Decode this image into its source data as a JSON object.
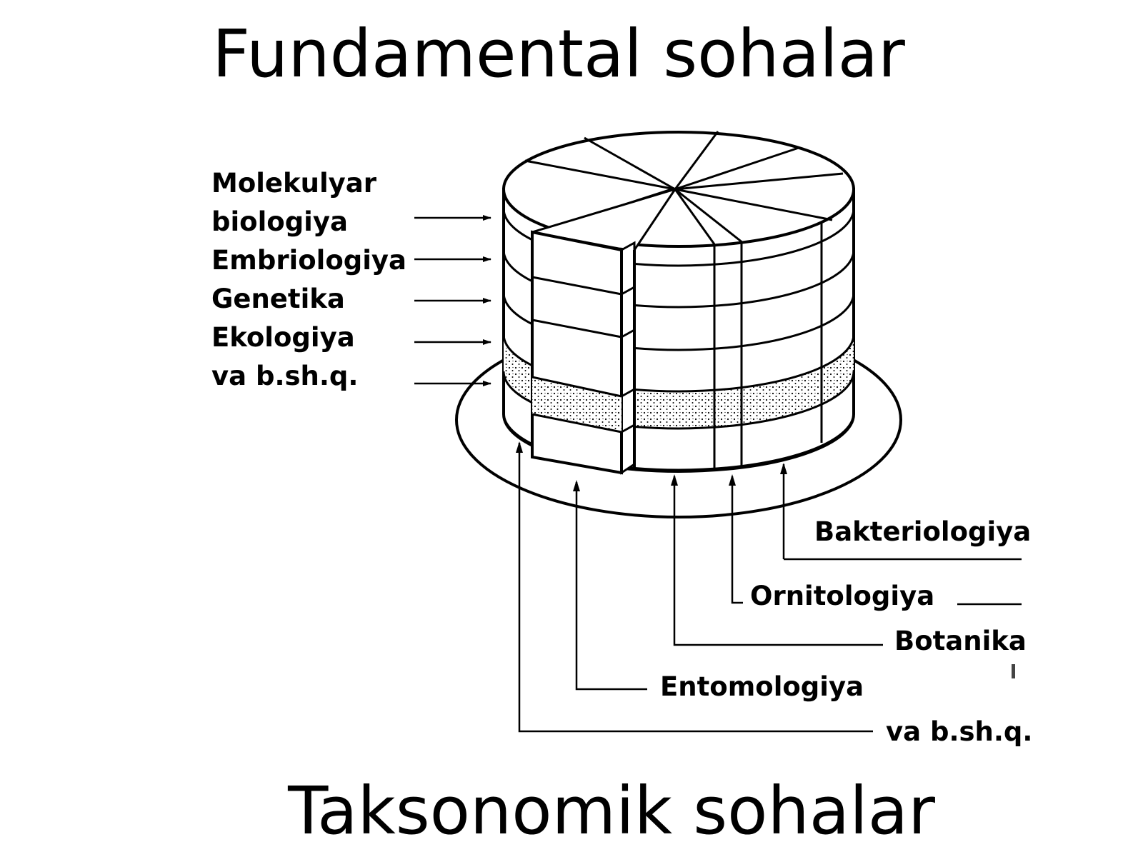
{
  "slide": {
    "title_top": "Fundamental sohalar",
    "title_bottom": "Taksonomik sohalar"
  },
  "fundamental_labels": [
    "Molekulyar",
    "biologiya",
    "Embriologiya",
    "Genetika",
    "Ekologiya",
    "va b.sh.q."
  ],
  "taxonomic_labels": [
    "Bakteriologiya",
    "Ornitologiya",
    "Botanika",
    "Entomologiya",
    "va b.sh.q."
  ]
}
